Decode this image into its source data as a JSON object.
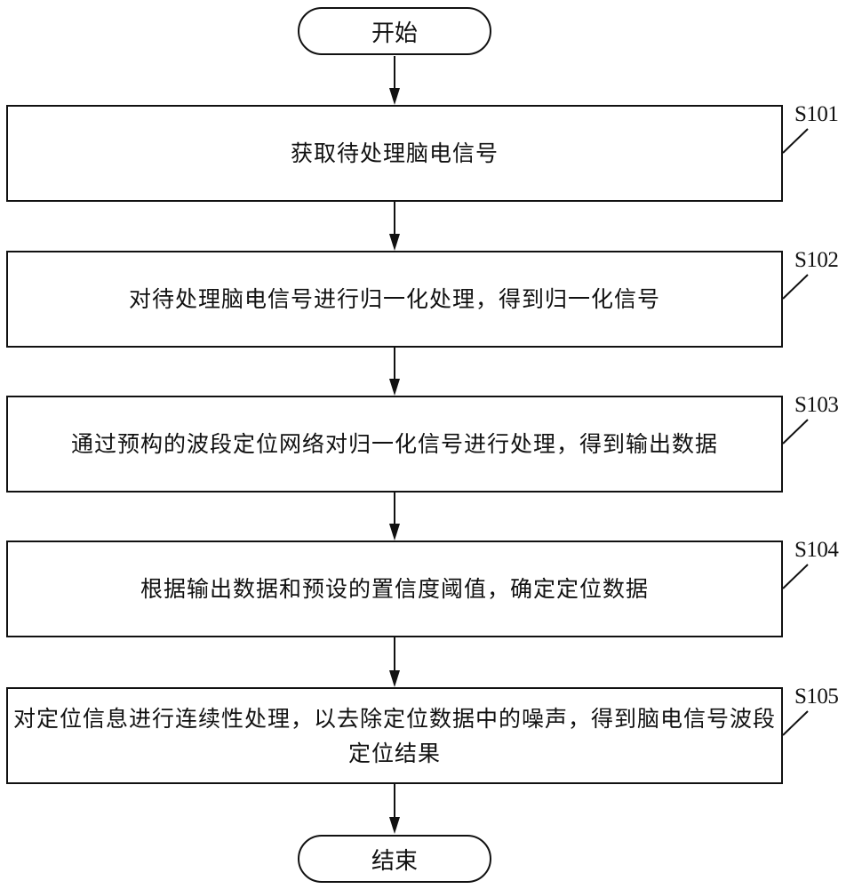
{
  "flowchart": {
    "start": {
      "label": "开始"
    },
    "end": {
      "label": "结束"
    },
    "steps": [
      {
        "id": "S101",
        "text": "获取待处理脑电信号"
      },
      {
        "id": "S102",
        "text": "对待处理脑电信号进行归一化处理，得到归一化信号"
      },
      {
        "id": "S103",
        "text": "通过预构的波段定位网络对归一化信号进行处理，得到输出数据"
      },
      {
        "id": "S104",
        "text": "根据输出数据和预设的置信度阈值，确定定位数据"
      },
      {
        "id": "S105",
        "text": "对定位信息进行连续性处理，以去除定位数据中的噪声，得到脑电信号波段定位结果"
      }
    ]
  }
}
